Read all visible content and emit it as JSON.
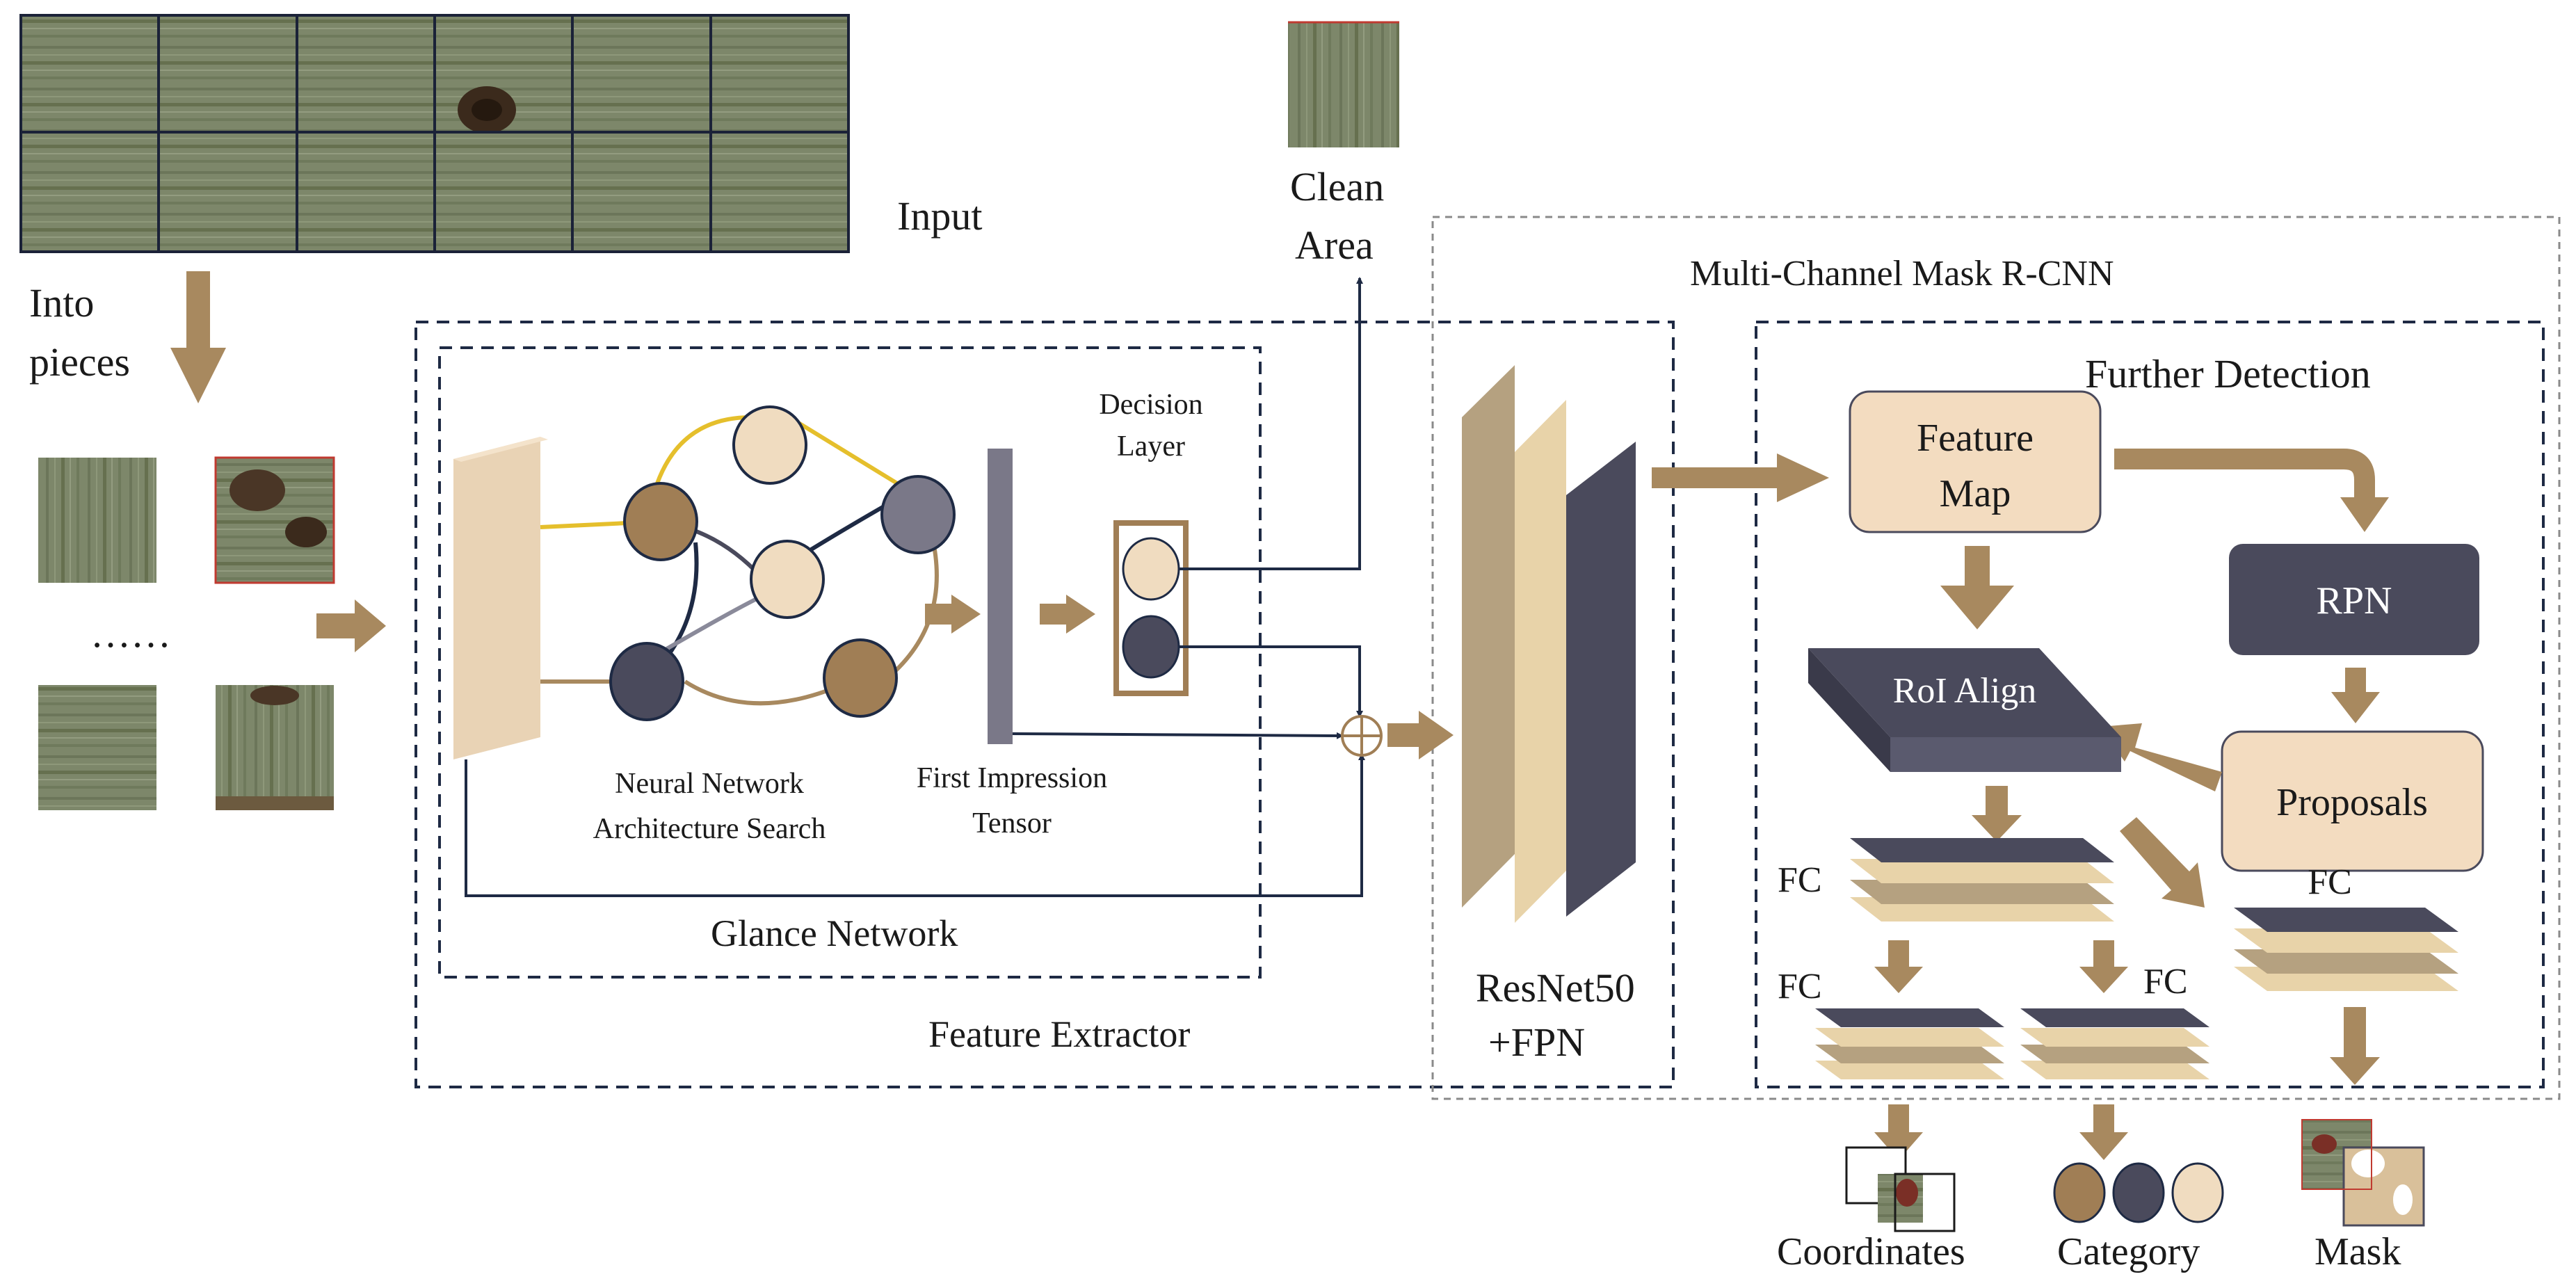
{
  "labels": {
    "input": "Input",
    "into_pieces_1": "Into",
    "into_pieces_2": "pieces",
    "ellipsis": "……",
    "clean_area_1": "Clean",
    "clean_area_2": "Area",
    "multi_channel": "Multi-Channel Mask R-CNN",
    "further_detection": "Further Detection",
    "decision_layer_1": "Decision",
    "decision_layer_2": "Layer",
    "nas_1": "Neural Network",
    "nas_2": "Architecture Search",
    "fit_1": "First Impression",
    "fit_2": "Tensor",
    "glance_network": "Glance Network",
    "feature_extractor": "Feature Extractor",
    "resnet_1": "ResNet50",
    "resnet_2": "+FPN",
    "feature_map_1": "Feature",
    "feature_map_2": "Map",
    "rpn": "RPN",
    "roi_align": "RoI Align",
    "proposals": "Proposals",
    "fc": "FC",
    "coordinates": "Coordinates",
    "category": "Category",
    "mask": "Mask"
  },
  "colors": {
    "wood": "#7b8566",
    "wood_dark": "#5e6a4e",
    "arrow_brown": "#a8895f",
    "node_brown": "#a07e55",
    "node_cream": "#f0dcc0",
    "node_slate": "#4a4a5c",
    "node_gray": "#7a7888",
    "box_cream": "#f3dcc0",
    "box_dark": "#4a4a5c",
    "plate_cream": "#e8d3a9",
    "plate_tan": "#b5a180",
    "line_navy": "#1e2a44",
    "line_yellow": "#e5bf2c"
  }
}
